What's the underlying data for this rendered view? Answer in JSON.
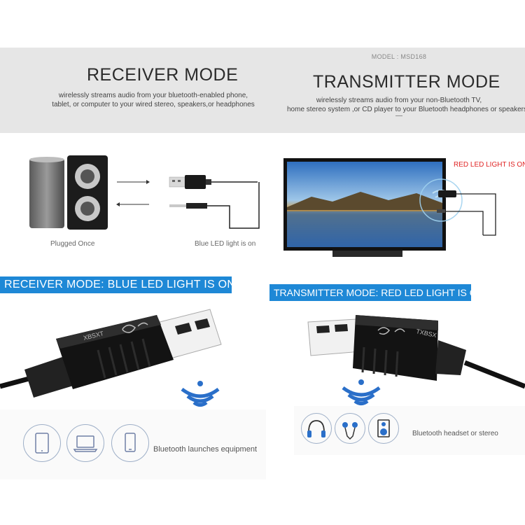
{
  "header": {
    "model": "MODEL : MSD168",
    "receiver_title": "RECEIVER MODE",
    "receiver_desc_line1": "wirelessly streams audio from your bluetooth-enabled phone,",
    "receiver_desc_line2": "tablet, or computer to your wired stereo, speakers,or headphones",
    "transmitter_title": "TRANSMITTER MODE",
    "transmitter_desc_line1": "wirelessly streams audio from your non-Bluetooth TV,",
    "transmitter_desc_line2": "home stereo system ,or CD player to your Bluetooth headphones or speakers",
    "dash": "—"
  },
  "diagram": {
    "plugged_once": "Plugged Once",
    "blue_led_on": "Blue LED light is on",
    "red_led_on": "RED LED LIGHT IS ON"
  },
  "banners": {
    "receiver": "RECEIVER MODE: BLUE LED LIGHT IS ON",
    "transmitter": "TRANSMITTER MODE: RED LED LIGHT IS ON"
  },
  "dongle": {
    "brand_left": "XBSXT",
    "brand_right": "TXBSX"
  },
  "bottom": {
    "left_caption": "Bluetooth launches equipment",
    "right_caption": "Bluetooth headset or stereo"
  },
  "icons": {
    "left": [
      "tablet-icon",
      "laptop-icon",
      "phone-icon"
    ],
    "right": [
      "headphones-icon",
      "earphones-icon",
      "speaker-icon"
    ]
  },
  "colors": {
    "banner_blue": "#1e88d6",
    "red_led": "#e02424",
    "signal_blue": "#2a6fc9"
  }
}
